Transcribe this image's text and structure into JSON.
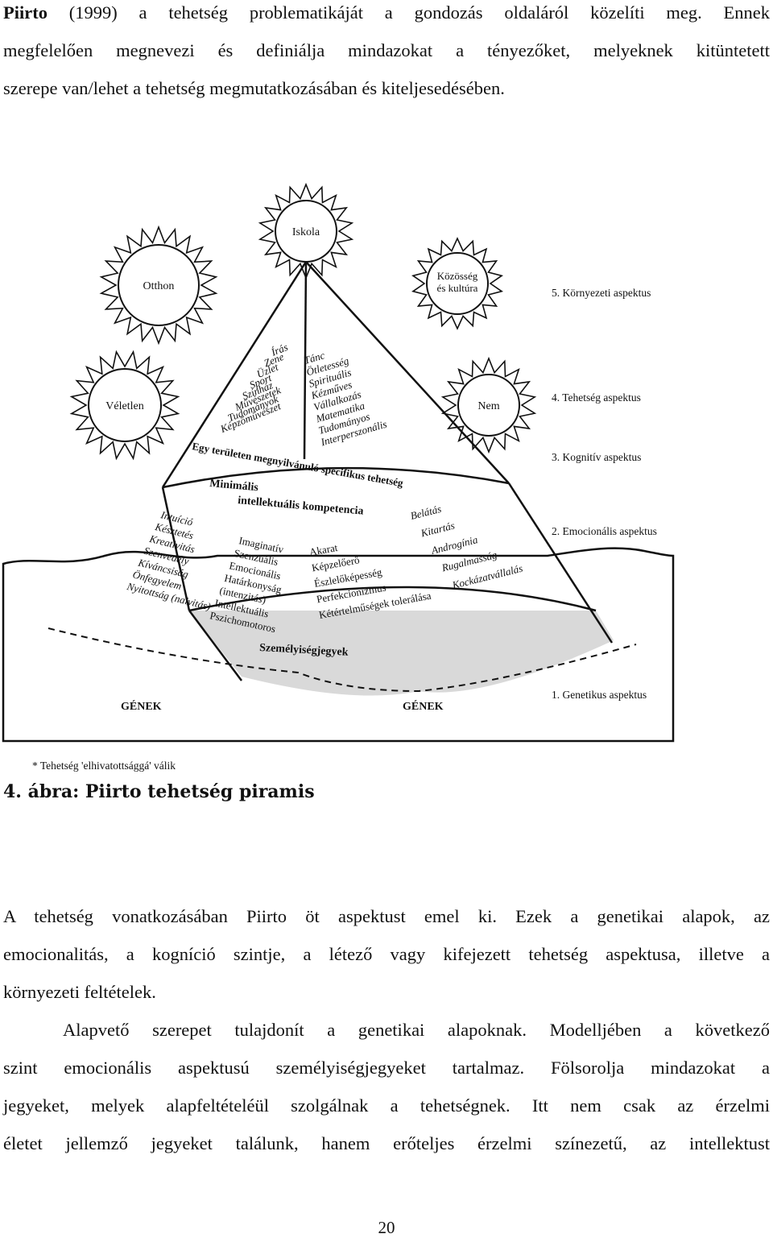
{
  "intro": {
    "author": "Piirto",
    "lines": [
      " (1999) a tehetség problematikáját a gondozás oldaláról közelíti meg. Ennek",
      "megfelelően megnevezi és definiálja mindazokat a tényezőket, melyeknek kitüntetett",
      "szerepe van/lehet a tehetség megmutatkozásában és kiteljesedésében."
    ]
  },
  "figure": {
    "suns": {
      "iskola": "Iskola",
      "otthon": "Otthon",
      "kozosseg_line1": "Közösség",
      "kozosseg_line2": "és kultúra",
      "veletlen": "Véletlen",
      "nem": "Nem"
    },
    "aspects": {
      "a5": "5. Környezeti aspektus",
      "a4": "4. Tehetség aspektus",
      "a3": "3. Kognitív aspektus",
      "a2": "2. Emocionális aspektus",
      "a1": "1. Genetikus aspektus"
    },
    "left_talents": [
      "Írás",
      "Zene",
      "Üzlet",
      "Sport",
      "Színház",
      "Művészetek",
      "Tudományok",
      "Képzőművészet"
    ],
    "right_talents": [
      "Tánc",
      "Ötletesség",
      "Spirituális",
      "Kézműves",
      "Vállalkozás",
      "Matematika",
      "Tudományos",
      "Interperszonális"
    ],
    "specific_talent_band": "Egy területen megnyilvánuló specifikus tehetség",
    "minimal_1": "Minimális",
    "minimal_2": "intellektuális kompetencia",
    "emo_col1": [
      "Intuíció",
      "Késztetés",
      "Kreativitás",
      "Szenvedély",
      "Kíváncsiság",
      "Önfegyelem",
      "Nyitottság (naivitás)"
    ],
    "emo_col2": [
      "Imaginatív",
      "Szenzuális",
      "Emocionális",
      "Határkonyság",
      "(intenzitás)",
      "Intellektuális",
      "Pszichomotoros"
    ],
    "emo_col3": [
      "Akarat",
      "Képzelőerő",
      "Észlelőképesség",
      "Perfekcionizmus",
      "Kétértelműségek tolerálása"
    ],
    "emo_col4": [
      "Belátás",
      "Kitartás",
      "Androgínia",
      "Rugalmasság",
      "Kockázatvállalás"
    ],
    "base_band": "Személyiségjegyek",
    "genes_left": "GÉNEK",
    "genes_right": "GÉNEK",
    "footnote": "* Tehetség 'elhivatottsággá' válik"
  },
  "caption": "4. ábra: Piirto tehetség piramis",
  "body1_lines": [
    "A tehetség vonatkozásában Piirto öt aspektust emel ki. Ezek a genetikai alapok, az",
    "emocionalitás, a kogníció szintje, a létező vagy kifejezett tehetség aspektusa, illetve a",
    "környezeti feltételek."
  ],
  "body2_lines": [
    "Alapvető szerepet tulajdonít a genetikai alapoknak. Modelljében a következő",
    "szint emocionális aspektusú személyiségjegyeket tartalmaz. Fölsorolja mindazokat a",
    "jegyeket, melyek alapfeltételéül szolgálnak a tehetségnek. Itt nem csak az érzelmi",
    "életet jellemző jegyeket találunk, hanem erőteljes érzelmi színezetű, az intellektust"
  ],
  "page_number": "20"
}
